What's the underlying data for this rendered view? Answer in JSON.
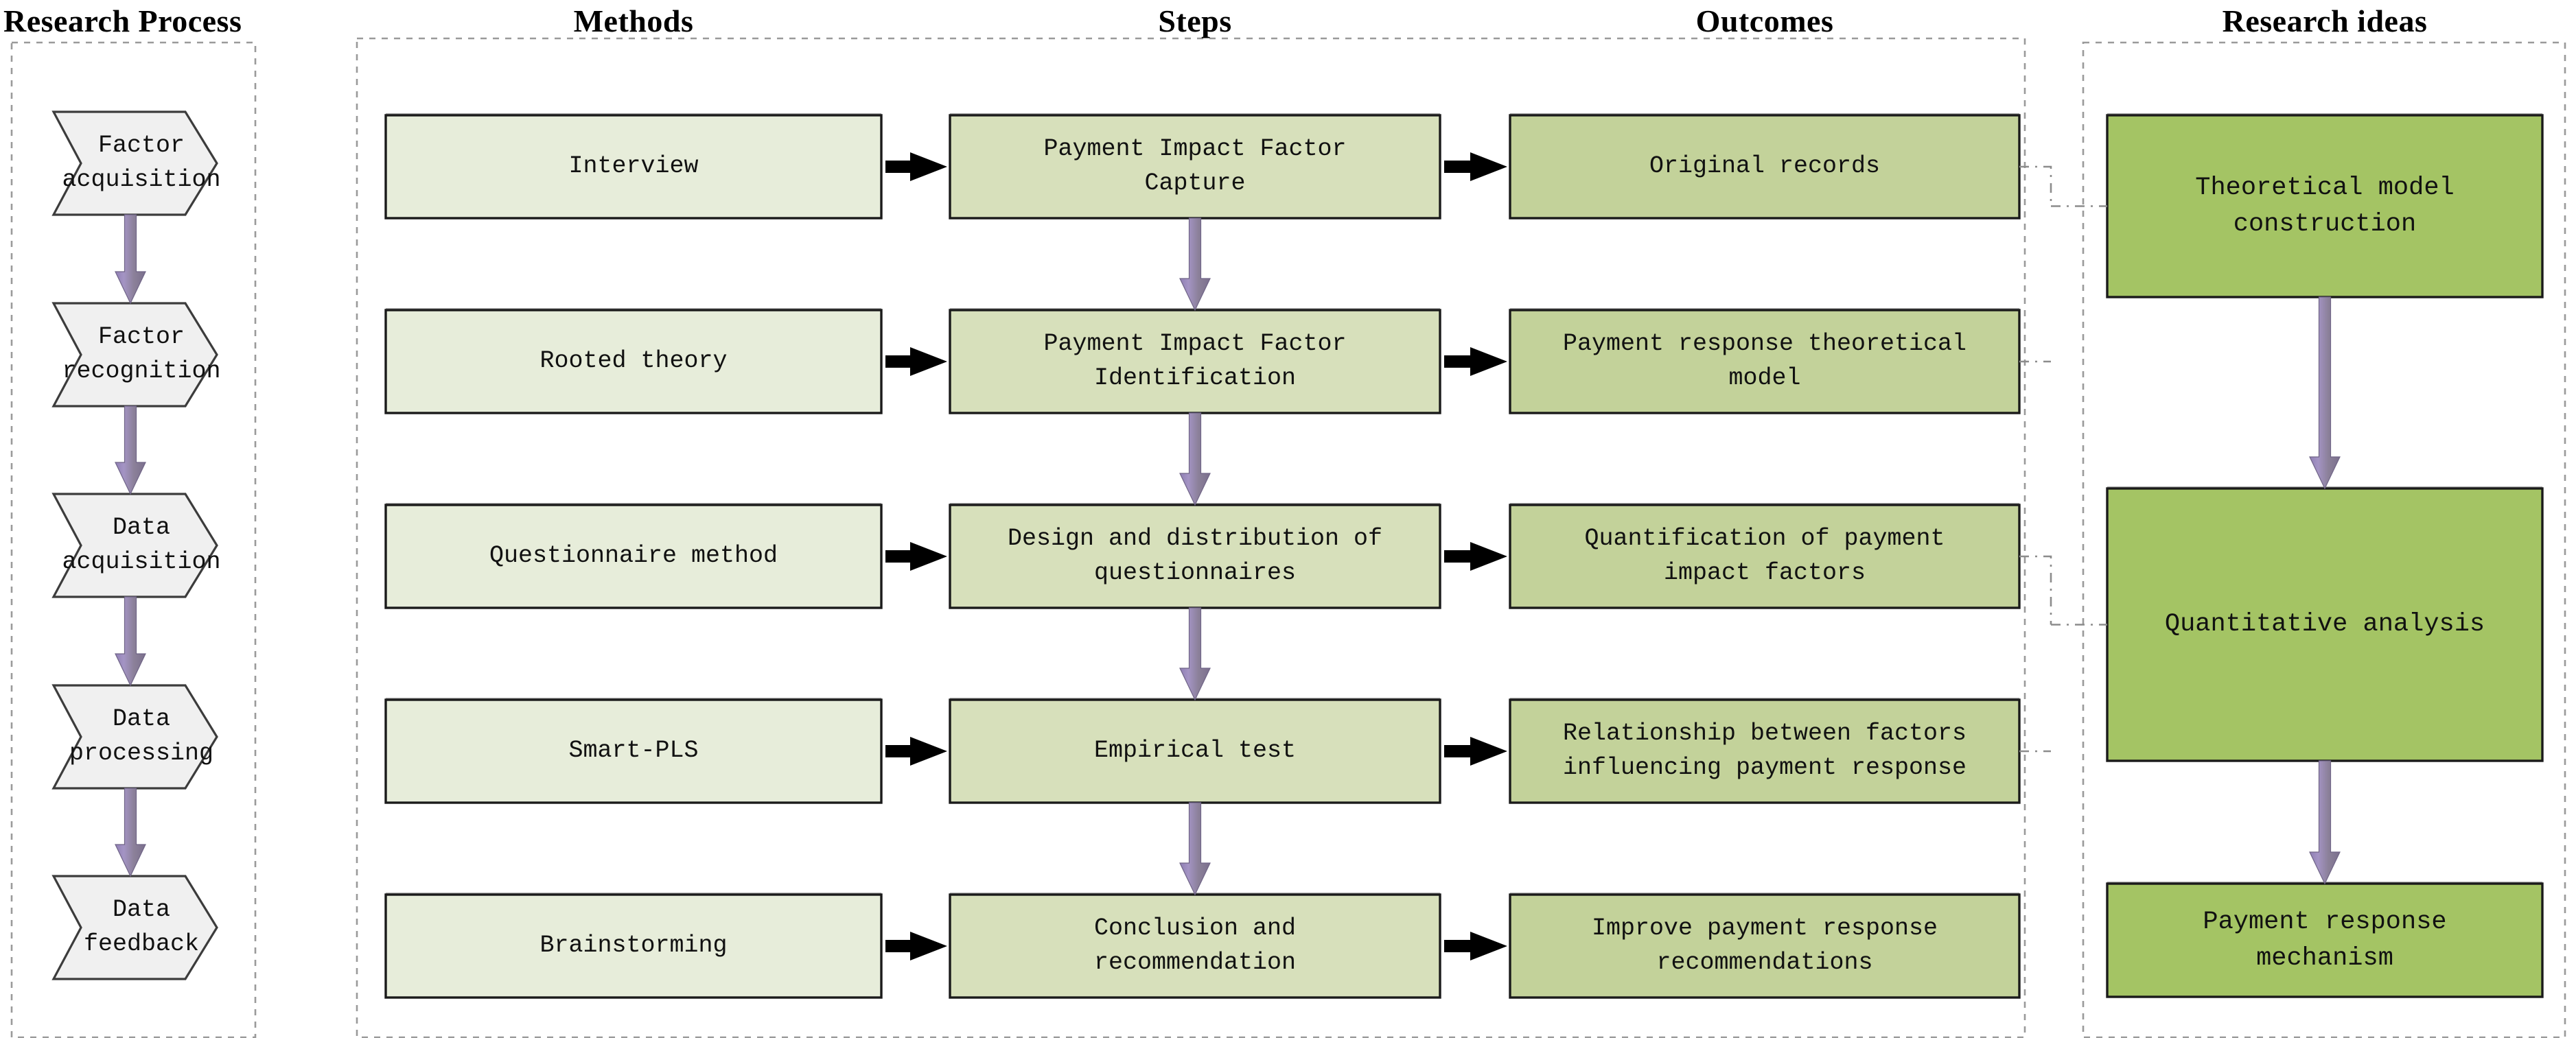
{
  "headers": [
    {
      "key": "research_process",
      "label": "Research Process"
    },
    {
      "key": "methods",
      "label": "Methods"
    },
    {
      "key": "steps",
      "label": "Steps"
    },
    {
      "key": "outcomes",
      "label": "Outcomes"
    },
    {
      "key": "research_ideas",
      "label": "Research ideas"
    }
  ],
  "research_process": {
    "title": "Research Process",
    "items": [
      {
        "label": "Factor\nacquisition"
      },
      {
        "label": "Factor\nrecognition"
      },
      {
        "label": "Data\nacquisition"
      },
      {
        "label": "Data\nprocessing"
      },
      {
        "label": "Data\nfeedback"
      }
    ]
  },
  "methods": {
    "title": "Methods",
    "items": [
      {
        "label": "Interview"
      },
      {
        "label": "Rooted theory"
      },
      {
        "label": "Questionnaire method"
      },
      {
        "label": "Smart-PLS"
      },
      {
        "label": "Brainstorming"
      }
    ]
  },
  "steps": {
    "title": "Steps",
    "items": [
      {
        "label": "Payment Impact Factor\nCapture"
      },
      {
        "label": "Payment Impact Factor\nIdentification"
      },
      {
        "label": "Design and distribution of\nquestionnaires"
      },
      {
        "label": "Empirical test"
      },
      {
        "label": "Conclusion and\nrecommendation"
      }
    ]
  },
  "outcomes": {
    "title": "Outcomes",
    "items": [
      {
        "label": "Original records"
      },
      {
        "label": "Payment response theoretical\nmodel"
      },
      {
        "label": "Quantification of payment\nimpact factors"
      },
      {
        "label": "Relationship between factors\ninfluencing payment response"
      },
      {
        "label": "Improve payment response\nrecommendations"
      }
    ]
  },
  "research_ideas": {
    "title": "Research ideas",
    "items": [
      {
        "label": "Theoretical model\nconstruction"
      },
      {
        "label": "Quantitative analysis"
      },
      {
        "label": "Payment response\nmechanism"
      }
    ]
  },
  "colors": {
    "process_fill": "#f0f0f0",
    "process_stroke": "#333333",
    "method_fill": "#e7edda",
    "step_fill": "#d7e0bb",
    "outcome_fill": "#c3d29a",
    "idea_fill": "#a4c464",
    "box_stroke": "#1a1a1a",
    "arrow_black": "#000000",
    "arrow_purple_light": "#9e8bbe",
    "arrow_purple_dark": "#7e7291",
    "dashed_group": "#9a9a9a",
    "connector": "#8c8c8c",
    "background": "#ffffff",
    "text": "#111111"
  }
}
